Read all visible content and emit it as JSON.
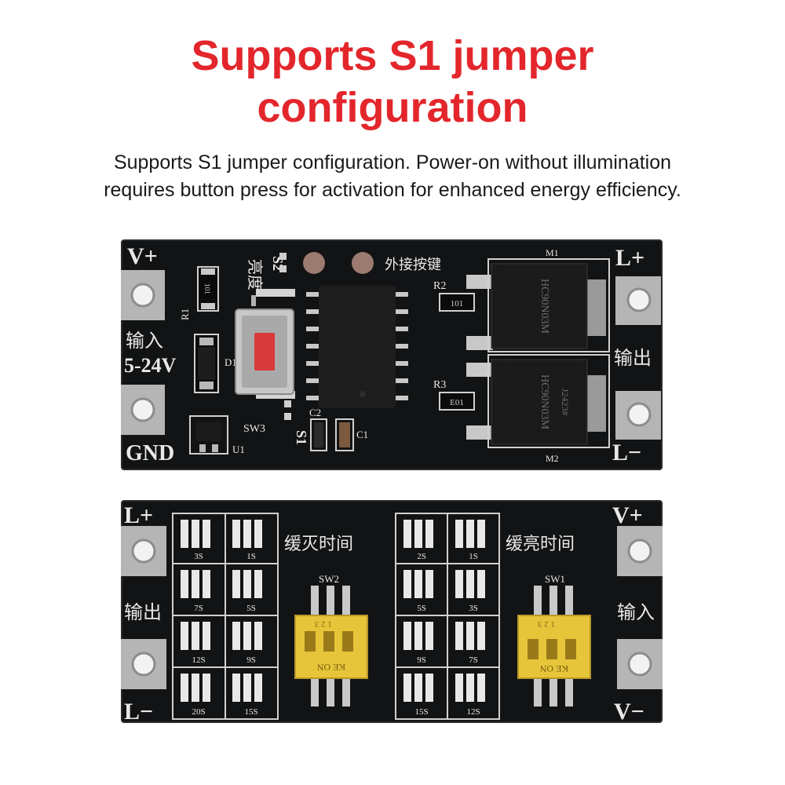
{
  "headline": {
    "line1": "Supports S1 jumper",
    "line2": "configuration"
  },
  "description": {
    "line1": "Supports S1 jumper configuration. Power-on without illumination",
    "line2": "requires button press for activation for enhanced energy efficiency."
  },
  "colors": {
    "headline": "#e3262b",
    "body_text": "#1a1a1a",
    "pcb": "#121314",
    "silkscreen": "#e8e8e8",
    "pad": "#b9b9b9",
    "button": "#d93a3a",
    "dip_switch": "#e6c53a"
  },
  "top_board": {
    "label_vplus": "V+",
    "label_input": "输入",
    "label_voltage": "5-24V",
    "label_gnd": "GND",
    "label_brightness": "亮度",
    "label_s2": "S2",
    "label_ext_key": "外接按键",
    "label_r1": "R1",
    "label_r1_value": "101",
    "label_d1": "D1",
    "label_sw3": "SW3",
    "label_s1": "S1",
    "label_u1": "U1",
    "label_r2": "R2",
    "label_r2_value": "101",
    "label_r3": "R3",
    "label_r3_value": "E01",
    "label_c2": "C2",
    "label_c1": "C1",
    "label_m1": "M1",
    "label_m2": "M2",
    "mosfet_part": "HC90N03M",
    "mosfet_batch": "J2423#",
    "label_lplus": "L+",
    "label_output": "输出",
    "label_lminus": "L−"
  },
  "bottom_board": {
    "label_lplus": "L+",
    "label_output": "输出",
    "label_lminus": "L−",
    "label_fade_off": "缓灭时间",
    "label_fade_on": "缓亮时间",
    "label_sw2": "SW2",
    "label_sw1": "SW1",
    "label_vplus": "V+",
    "label_input": "输入",
    "label_vminus": "V−",
    "dip_numbers": "1 2 3",
    "dip_marking": "KE ON",
    "fade_off_times": [
      "3S",
      "1S",
      "7S",
      "5S",
      "12S",
      "9S",
      "20S",
      "15S"
    ],
    "fade_on_times": [
      "2S",
      "1S",
      "5S",
      "3S",
      "9S",
      "7S",
      "15S",
      "12S"
    ]
  }
}
